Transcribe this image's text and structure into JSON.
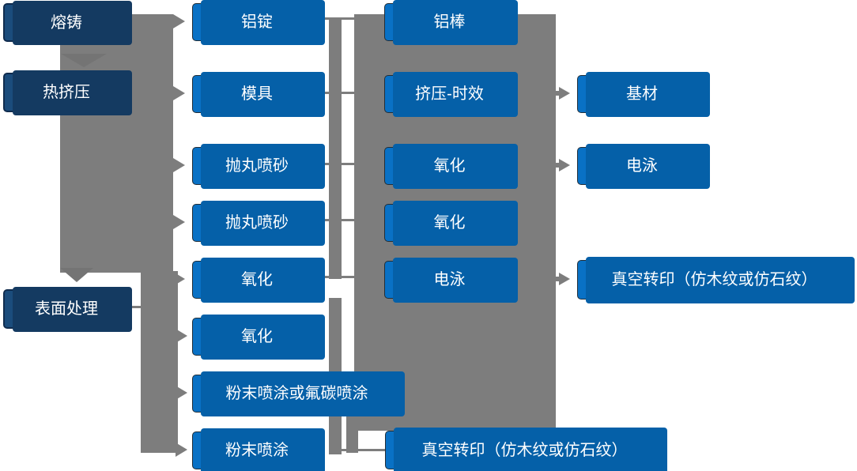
{
  "flow": {
    "col1": [
      {
        "label": "熔铸"
      },
      {
        "label": "热挤压"
      },
      {
        "label": "表面处理"
      }
    ],
    "col2": [
      {
        "label": "铝锭"
      },
      {
        "label": "模具"
      },
      {
        "label": "抛丸喷砂"
      },
      {
        "label": "抛丸喷砂"
      },
      {
        "label": "氧化"
      },
      {
        "label": "氧化"
      },
      {
        "label": "粉末喷涂或氟碳喷涂"
      },
      {
        "label": "粉末喷涂"
      }
    ],
    "col3": [
      {
        "label": "铝棒"
      },
      {
        "label": "挤压-时效"
      },
      {
        "label": "氧化"
      },
      {
        "label": "氧化"
      },
      {
        "label": "电泳"
      },
      {
        "label": "真空转印（仿木纹或仿石纹）"
      }
    ],
    "col4": [
      {
        "label": "基材"
      },
      {
        "label": "电泳"
      },
      {
        "label": "真空转印（仿木纹或仿石纹）"
      }
    ],
    "arrows": {
      "down_targets": [
        "热挤压",
        "表面处理"
      ],
      "left_trunk_targets": [
        "铝锭",
        "模具",
        "抛丸喷砂",
        "抛丸喷砂",
        "氧化"
      ],
      "surface_trunk_targets": [
        "氧化",
        "粉末喷涂或氟碳喷涂",
        "粉末喷涂"
      ],
      "right_block_targets": [
        "基材",
        "电泳",
        "真空转印（仿木纹或仿石纹）"
      ]
    },
    "colors": {
      "node_blue": "#0971c5",
      "node_blue_shadow": "#0560a8",
      "node_navy": "#1b4c7c",
      "node_navy_shadow": "#143a61",
      "connector_gray": "#7d7d7d",
      "text": "#ffffff",
      "background": "#ffffff"
    }
  }
}
